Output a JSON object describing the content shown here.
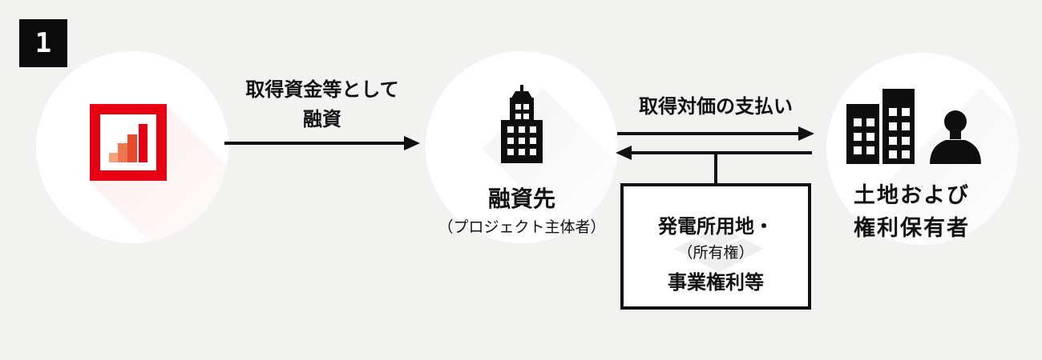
{
  "step_badge": "1",
  "lender": {
    "logo_icon": "rising-bar-chart-logo",
    "logo_colors": {
      "frame": "#e60012",
      "bar1": "#f1a47f",
      "bar2": "#ec764e",
      "bar3": "#e6492a",
      "bar4": "#e60012"
    }
  },
  "loan_flow": {
    "line1": "取得資金等として",
    "line2": "融資",
    "direction": "right"
  },
  "borrower": {
    "icon": "office-tower-building",
    "title": "融資先",
    "subtitle": "（プロジェクト主体者）"
  },
  "payment_flow": {
    "label": "取得対価の支払い",
    "direction": "right"
  },
  "transfer_flow": {
    "direction": "left"
  },
  "asset_box": {
    "line1": "発電所用地・",
    "line2": "（所有権）",
    "line3": "事業権利等"
  },
  "holder": {
    "icon": "buildings-and-person",
    "line1": "土地および",
    "line2": "権利保有者"
  },
  "colors": {
    "background": "#f2f2f1",
    "ink": "#111111",
    "accent_red": "#e60012",
    "circle_fill": "#ffffff"
  }
}
